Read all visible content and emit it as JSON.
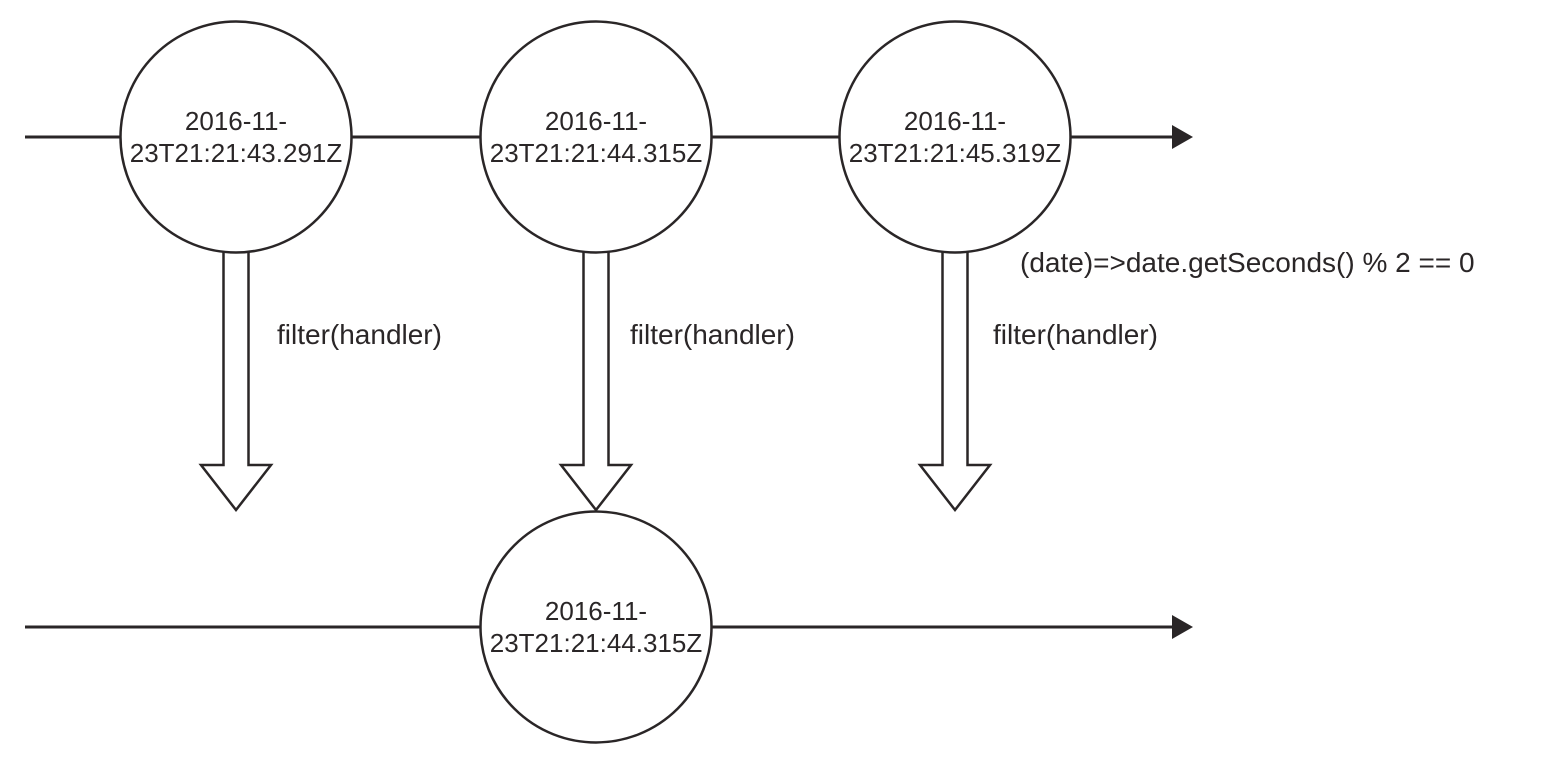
{
  "colors": {
    "ink": "#2a2627",
    "background": "#ffffff"
  },
  "source_stream": {
    "events": [
      {
        "line1": "2016-11-",
        "line2": "23T21:21:43.291Z"
      },
      {
        "line1": "2016-11-",
        "line2": "23T21:21:44.315Z"
      },
      {
        "line1": "2016-11-",
        "line2": "23T21:21:45.319Z"
      }
    ]
  },
  "operator": {
    "labels": [
      "filter(handler)",
      "filter(handler)",
      "filter(handler)"
    ],
    "predicate": "(date)=>date.getSeconds() % 2 == 0"
  },
  "result_stream": {
    "events": [
      {
        "line1": "2016-11-",
        "line2": "23T21:21:44.315Z"
      }
    ]
  }
}
